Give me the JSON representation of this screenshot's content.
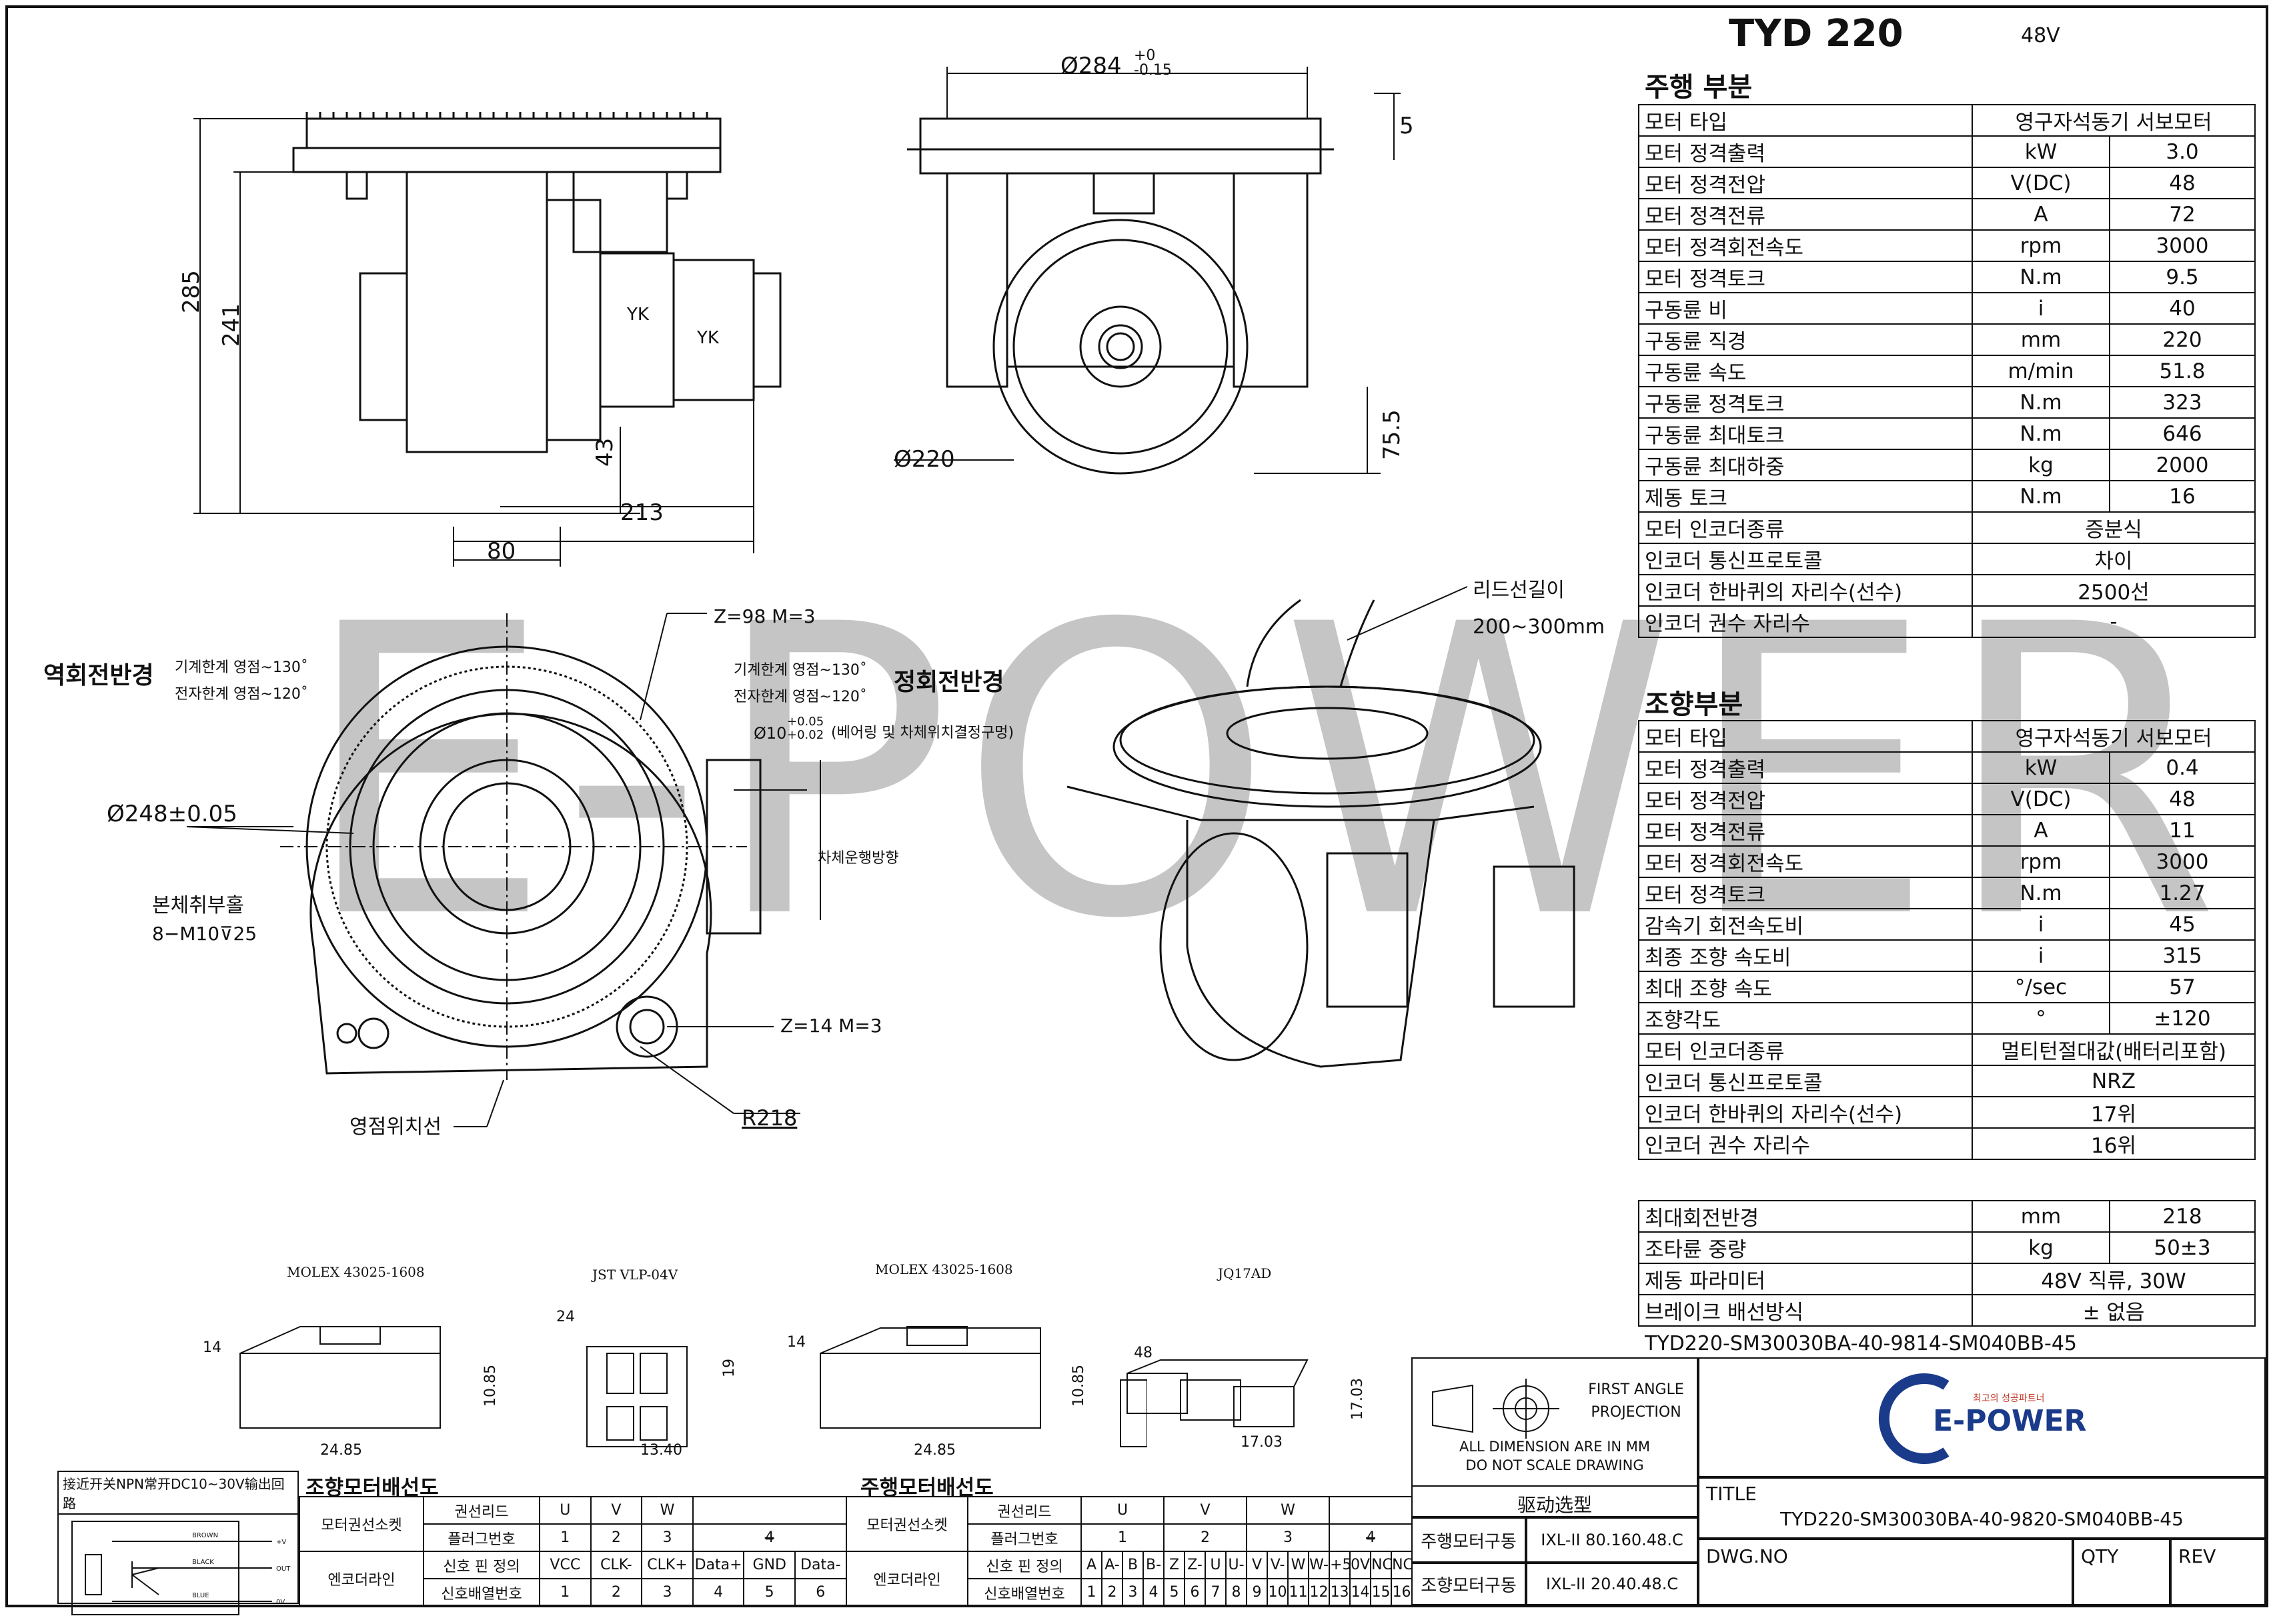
{
  "header": {
    "model": "TYD 220",
    "voltage": "48V"
  },
  "drive": {
    "title": "주행 부분",
    "rows": [
      {
        "name": "모터 타입",
        "unit": "",
        "value": "영구자석동기 서보모터",
        "span": true
      },
      {
        "name": "모터 정격출력",
        "unit": "kW",
        "value": "3.0"
      },
      {
        "name": "모터 정격전압",
        "unit": "V(DC)",
        "value": "48"
      },
      {
        "name": "모터 정격전류",
        "unit": "A",
        "value": "72"
      },
      {
        "name": "모터 정격회전속도",
        "unit": "rpm",
        "value": "3000"
      },
      {
        "name": "모터 정격토크",
        "unit": "N.m",
        "value": "9.5"
      },
      {
        "name": "구동륜 비",
        "unit": "i",
        "value": "40"
      },
      {
        "name": "구동륜 직경",
        "unit": "mm",
        "value": "220"
      },
      {
        "name": "구동륜 속도",
        "unit": "m/min",
        "value": "51.8"
      },
      {
        "name": "구동륜 정격토크",
        "unit": "N.m",
        "value": "323"
      },
      {
        "name": "구동륜 최대토크",
        "unit": "N.m",
        "value": "646"
      },
      {
        "name": "구동륜 최대하중",
        "unit": "kg",
        "value": "2000"
      },
      {
        "name": "제동 토크",
        "unit": "N.m",
        "value": "16"
      },
      {
        "name": "모터 인코더종류",
        "unit": "",
        "value": "증분식",
        "span": true
      },
      {
        "name": "인코더 통신프로토콜",
        "unit": "",
        "value": "차이",
        "span": true
      },
      {
        "name": "인코더 한바퀴의 자리수(선수)",
        "unit": "",
        "value": "2500선",
        "span": true
      },
      {
        "name": "인코더 권수 자리수",
        "unit": "",
        "value": "-",
        "span": true
      }
    ]
  },
  "steer": {
    "title": "조향부분",
    "rows": [
      {
        "name": "모터 타입",
        "unit": "",
        "value": "영구자석동기 서보모터",
        "span": true
      },
      {
        "name": "모터 정격출력",
        "unit": "kW",
        "value": "0.4"
      },
      {
        "name": "모터 정격전압",
        "unit": "V(DC)",
        "value": "48"
      },
      {
        "name": "모터 정격전류",
        "unit": "A",
        "value": "11"
      },
      {
        "name": "모터 정격회전속도",
        "unit": "rpm",
        "value": "3000"
      },
      {
        "name": "모터 정격토크",
        "unit": "N.m",
        "value": "1.27"
      },
      {
        "name": "감속기 회전속도비",
        "unit": "i",
        "value": "45"
      },
      {
        "name": "최종 조향 속도비",
        "unit": "i",
        "value": "315"
      },
      {
        "name": "최대 조향 속도",
        "unit": "°/sec",
        "value": "57"
      },
      {
        "name": "조향각도",
        "unit": "°",
        "value": "±120"
      },
      {
        "name": "모터 인코더종류",
        "unit": "",
        "value": "멀티턴절대값(배터리포함)",
        "span": true
      },
      {
        "name": "인코더 통신프로토콜",
        "unit": "",
        "value": "NRZ",
        "span": true
      },
      {
        "name": "인코더 한바퀴의 자리수(선수)",
        "unit": "",
        "value": "17위",
        "span": true
      },
      {
        "name": "인코더 권수 자리수",
        "unit": "",
        "value": "16위",
        "span": true
      }
    ]
  },
  "misc": {
    "rows": [
      {
        "name": "최대회전반경",
        "unit": "mm",
        "value": "218"
      },
      {
        "name": "조타륜 중량",
        "unit": "kg",
        "value": "50±3"
      },
      {
        "name": "제동 파라미터",
        "unit": "",
        "value": "48V 직류, 30W",
        "span": true
      },
      {
        "name": "브레이크 배선방식",
        "unit": "",
        "value": "± 없음",
        "span": true
      }
    ],
    "code": "TYD220-SM30030BA-40-9814-SM040BB-45"
  },
  "watermark": "E-POWER",
  "drawing": {
    "dim_284": "Ø284",
    "dim_284_tol_up": "+0",
    "dim_284_tol_dn": "-0.15",
    "dim_5": "5",
    "dim_285": "285",
    "dim_241": "241",
    "dim_43": "43",
    "dim_213": "213",
    "dim_80": "80",
    "dim_220": "Ø220",
    "dim_75_5": "75.5",
    "yk1": "YK",
    "yk2": "YK",
    "lead_label": "리드선길이",
    "lead_range": "200~300mm",
    "z98": "Z=98  M=3",
    "z14": "Z=14  M=3",
    "r218": "R218",
    "ccw_title": "역회전반경",
    "cw_title": "정회전반경",
    "ccw_mech": "기계한계 영점~130˚",
    "ccw_elec": "전자한계 영점~120˚",
    "cw_mech": "기계한계 영점~130˚",
    "cw_elec": "전자한계 영점~120˚",
    "hole_dia": "Ø10",
    "hole_tol_up": "+0.05",
    "hole_tol_dn": "+0.02",
    "hole_note": "(베어링 및 차체위치결정구멍)",
    "d248": "Ø248±0.05",
    "body_hole": "본체취부홀",
    "body_hole_spec": "8−M10⊽25",
    "dir": "차체운행방향",
    "zero": "영점위치선"
  },
  "connectors": {
    "c1": "MOLEX 43025-1608",
    "c2": "JST VLP-04V",
    "c3": "MOLEX 43025-1608",
    "c4": "JQ17AD",
    "c1_w": "24.85",
    "c1_d": "14",
    "c1_h": "10.85",
    "c2_w": "13.40",
    "c2_d": "24",
    "c2_h": "19",
    "c3_w": "24.85",
    "c3_d": "14",
    "c3_h": "10.85",
    "c4_w": "17.03",
    "c4_d": "48",
    "c4_h": "17.03"
  },
  "proximity": {
    "title": "接近开关NPN常开DC10~30V输出回路",
    "l1": "BROWN",
    "l2": "BLACK",
    "l3": "BLUE",
    "p1": "+V",
    "p2": "OUT",
    "p3": "0V"
  },
  "steer_wiring": {
    "title": "조향모터배선도",
    "r1_label": "모터권선소켓",
    "r2_label": "엔코더라인",
    "sub": [
      "권선리드",
      "플러그번호",
      "신호 핀 정의",
      "신호배열번호"
    ],
    "leads": [
      "U",
      "V",
      "W"
    ],
    "plugs": [
      "1",
      "2",
      "3",
      "4"
    ],
    "signals": [
      "VCC",
      "CLK-",
      "CLK+",
      "Data+",
      "GND",
      "Data-"
    ],
    "pins": [
      "1",
      "2",
      "3",
      "4",
      "5",
      "6"
    ]
  },
  "drive_wiring": {
    "title": "주행모터배선도",
    "r1_label": "모터권선소켓",
    "r2_label": "엔코더라인",
    "sub": [
      "권선리드",
      "플러그번호",
      "신호 핀 정의",
      "신호배열번호"
    ],
    "leads": [
      "U",
      "V",
      "W"
    ],
    "plugs": [
      "1",
      "2",
      "3",
      "4"
    ],
    "signals": [
      "A",
      "A-",
      "B",
      "B-",
      "Z",
      "Z-",
      "U",
      "U-",
      "V",
      "V-",
      "W",
      "W-",
      "+5V",
      "0V",
      "NC",
      "NC"
    ],
    "pins": [
      "1",
      "2",
      "3",
      "4",
      "5",
      "6",
      "7",
      "8",
      "9",
      "10",
      "11",
      "12",
      "13",
      "14",
      "15",
      "16"
    ]
  },
  "titleblock": {
    "projection": "FIRST ANGLE PROJECTION",
    "dims_note_1": "ALL DIMENSION ARE IN MM",
    "dims_note_2": "DO NOT SCALE DRAWING",
    "select": "驱动选型",
    "drive_row_label": "주행모터구동",
    "drive_row_value": "IXL-II 80.160.48.C",
    "steer_row_label": "조향모터구동",
    "steer_row_value": "IXL-II 20.40.48.C",
    "logo_text": "E-POWER",
    "logo_sub": "최고의 성공파트너",
    "title_label": "TITLE",
    "title_value": "TYD220-SM30030BA-40-9820-SM040BB-45",
    "dwg_label": "DWG.NO",
    "qty_label": "QTY",
    "rev_label": "REV"
  }
}
